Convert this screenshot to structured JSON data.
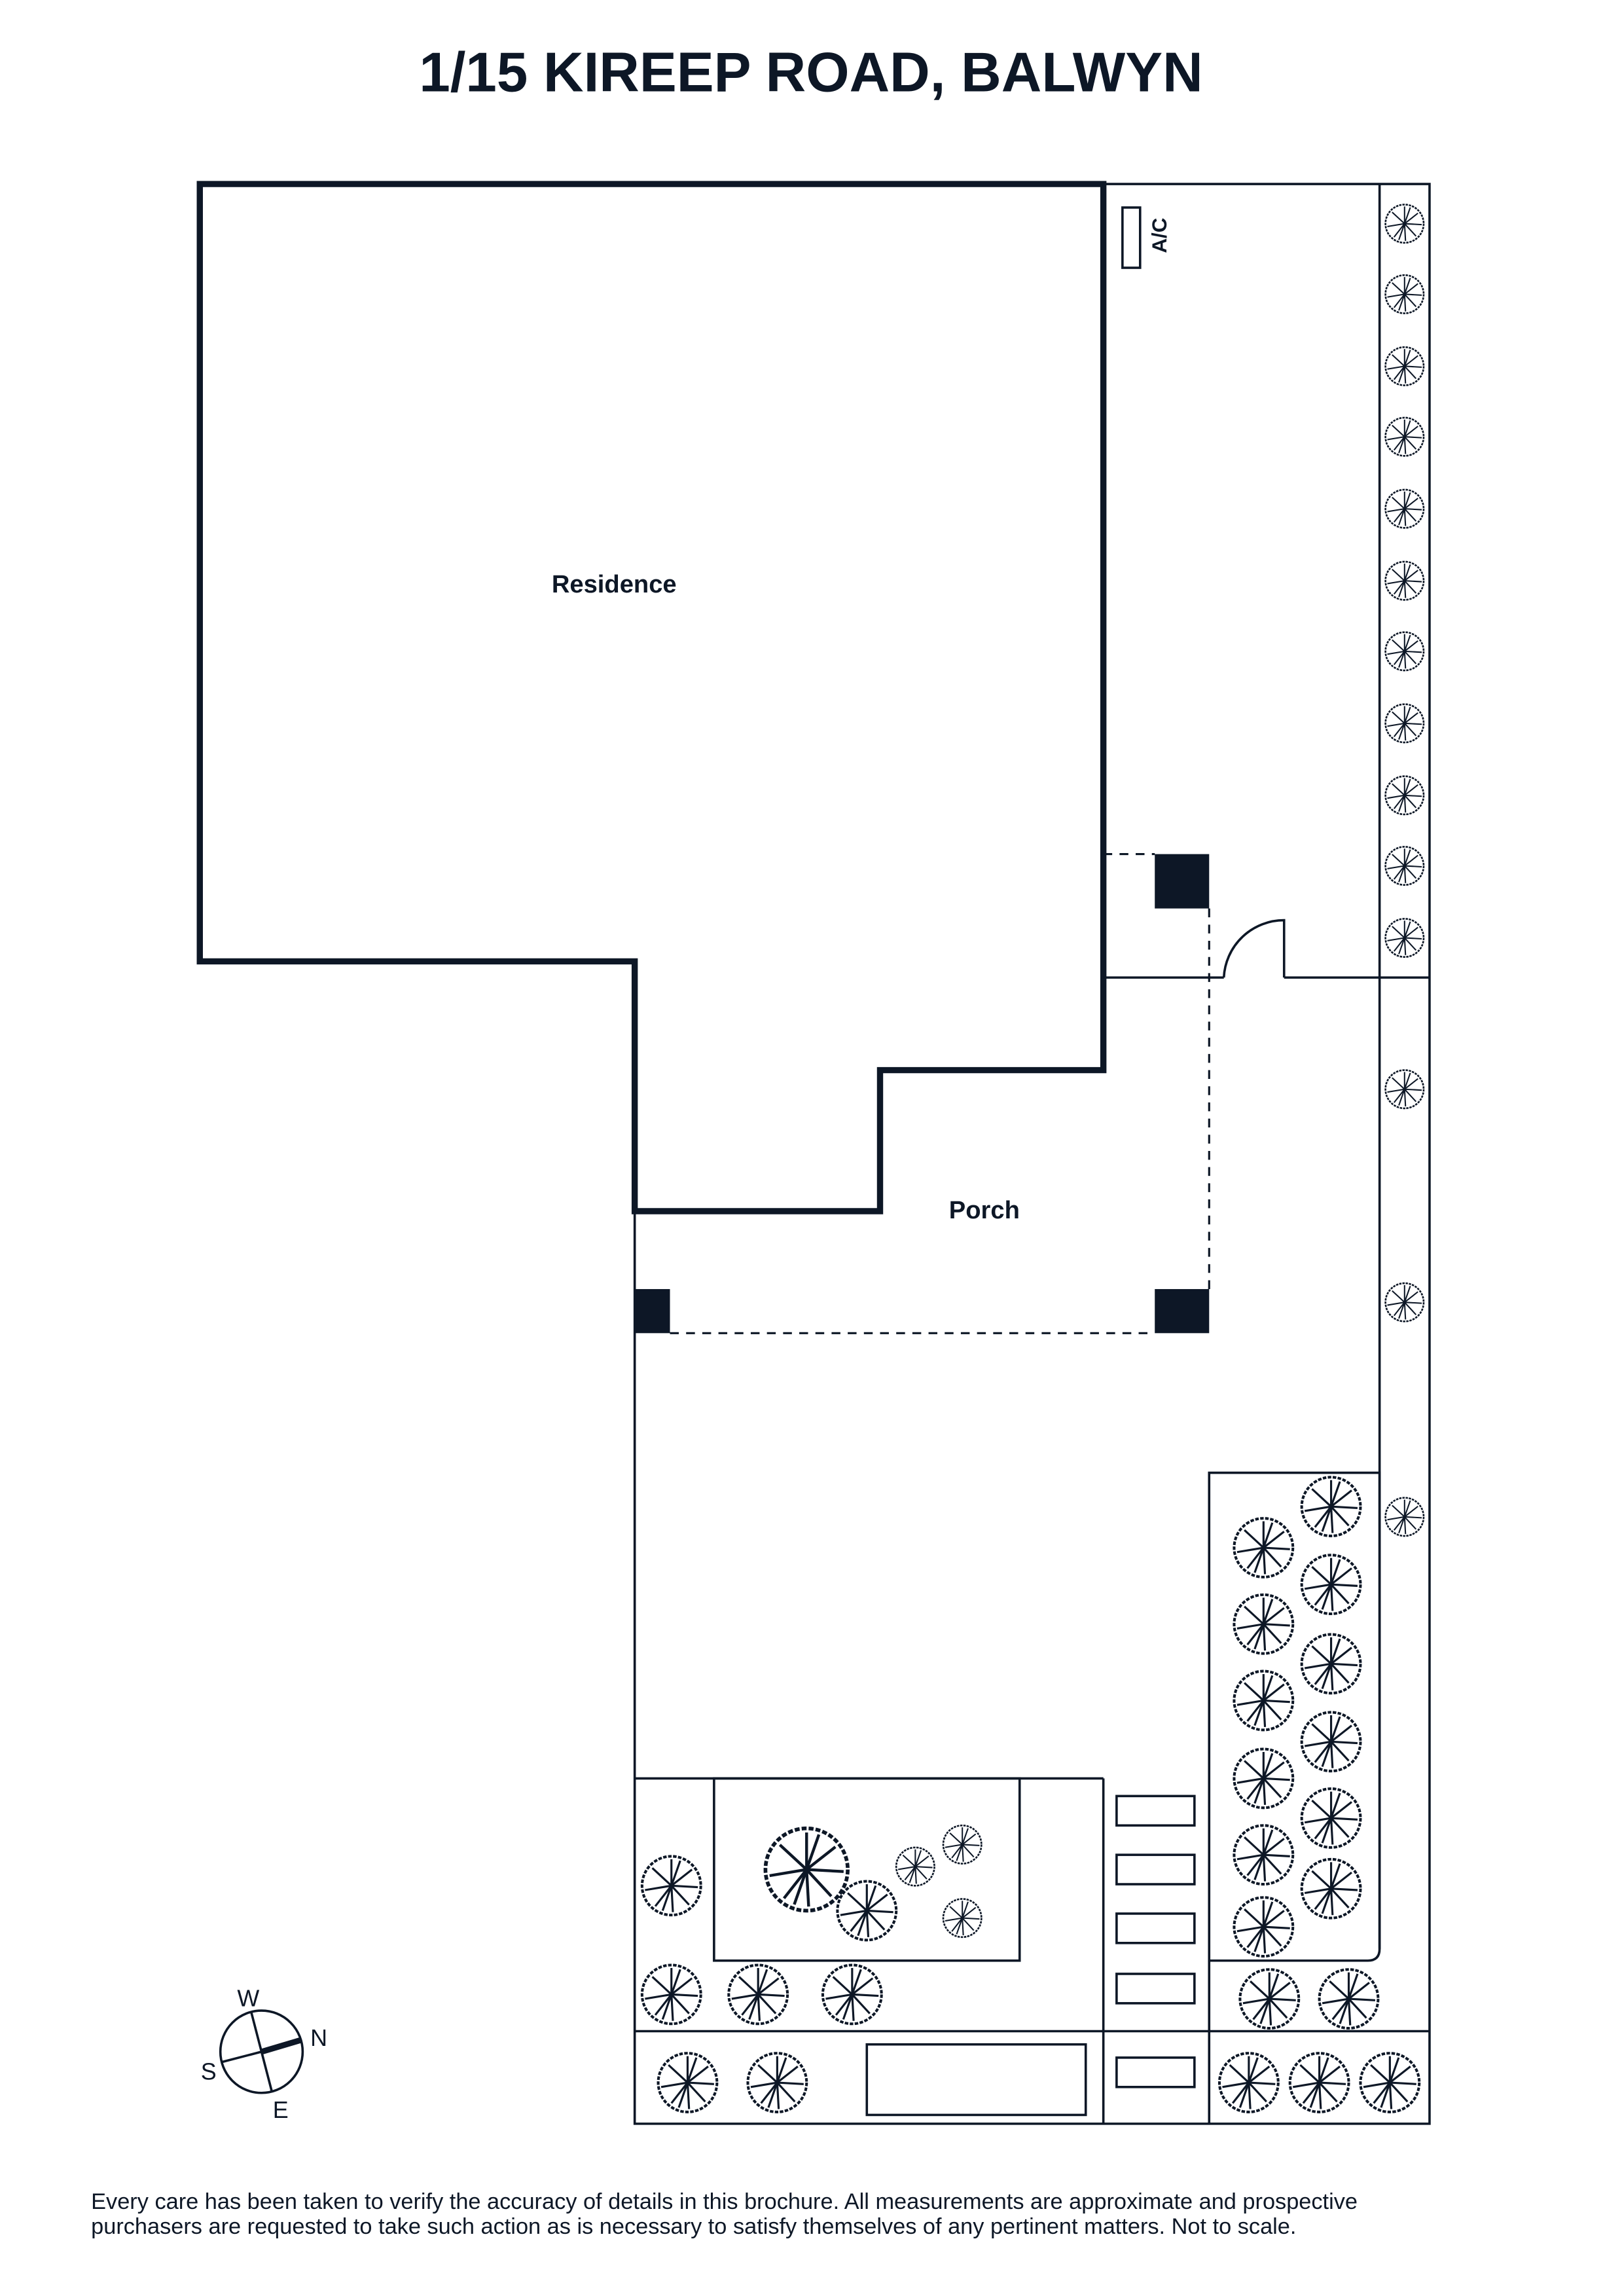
{
  "title": "1/15 KIREEP ROAD, BALWYN",
  "labels": {
    "residence": "Residence",
    "porch": "Porch",
    "ac": "A/C"
  },
  "compass": {
    "north": "N",
    "south": "S",
    "east": "E",
    "west": "W"
  },
  "disclaimer": {
    "line1": "Every care has been taken to verify the accuracy of details in this brochure. All measurements are approximate and prospective",
    "line2": "purchasers are requested to take such action as is necessary to satisfy themselves of any pertinent matters. Not to scale."
  },
  "colors": {
    "ink": "#0d1726",
    "background": "#ffffff"
  }
}
